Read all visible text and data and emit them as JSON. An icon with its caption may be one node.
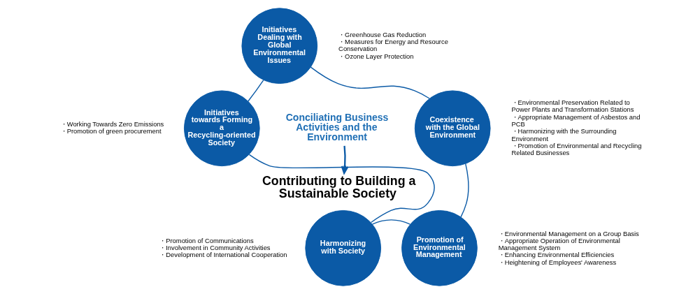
{
  "diagram": {
    "nodes": [
      {
        "text": [
          "Initiatives Dealing with Global Environmental Issues"
        ],
        "beside": [
          "・Greenhouse Gas Reduction",
          "・Measures for Energy and Resource Conservation",
          "・Ozone Layer Protection"
        ]
      },
      {
        "text": [
          "Initiatives towards Forming a Recycling-oriented Society"
        ],
        "beside": [
          "・Working Towards Zero Emissions",
          "・Promotion of green procurement"
        ]
      },
      {
        "text": [
          "Conciliating Business Activities and the Environment"
        ]
      },
      {
        "text": [
          "Coexistence with the Global Environment"
        ],
        "beside": [
          "・Environmental Preservation Related to Power Plants and Transformation Stations",
          "・Appropriate Management of Asbestos and PCB",
          "・Harmonizing with the Surrounding Environment",
          "・Promotion of Environmental and Recycling Related Businesses"
        ]
      },
      {
        "text": [
          "Contributing to Building a Sustainable Society"
        ]
      },
      {
        "text": [
          "Harmonizing with Society"
        ],
        "beside": [
          "・Promotion of Communications",
          "・Involvement in Community Activities",
          "・Development of International Cooperation"
        ]
      },
      {
        "text": [
          "Promotion of Environmental Management"
        ],
        "beside": [
          "・Environmental Management on a Group Basis",
          "・Appropriate Operation of Environmental Management System",
          "・Enhancing Environmental Efficiencies",
          "・Heightening of Employees' Awareness"
        ]
      }
    ],
    "edges": [
      {
        "from": 0,
        "to": 3,
        "arrow": "none"
      },
      {
        "from": 3,
        "to": 6,
        "arrow": "none"
      },
      {
        "from": 6,
        "to": 5,
        "arrow": "none"
      },
      {
        "from": 5,
        "to": 1,
        "arrow": "none"
      },
      {
        "from": 1,
        "to": 0,
        "arrow": "none"
      },
      {
        "from": 2,
        "to": 4,
        "arrow": "to"
      }
    ]
  }
}
